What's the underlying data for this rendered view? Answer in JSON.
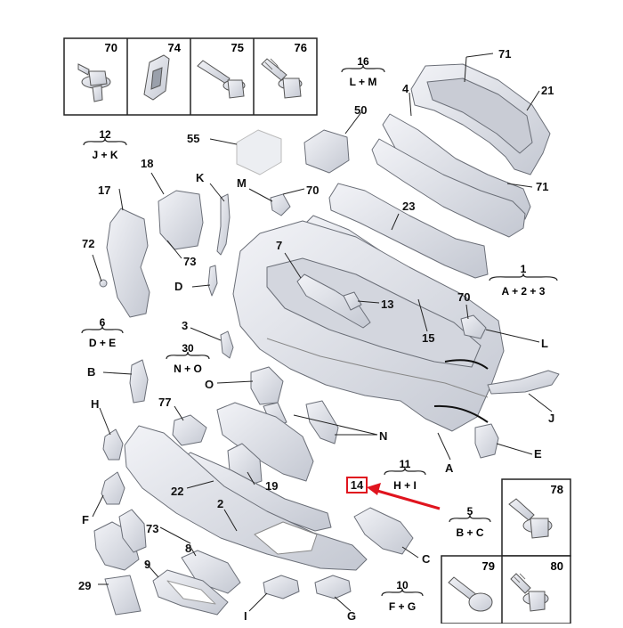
{
  "fastener_box_top": {
    "items": [
      {
        "number": "70",
        "icon": "flange-bolt-icon"
      },
      {
        "number": "74",
        "icon": "clip-bracket-icon"
      },
      {
        "number": "75",
        "icon": "long-bolt-icon"
      },
      {
        "number": "76",
        "icon": "thread-screw-icon"
      }
    ]
  },
  "fastener_box_bottom": {
    "items": [
      {
        "number": "78",
        "icon": "flange-screw-icon"
      },
      {
        "number": "79",
        "icon": "rivet-icon"
      },
      {
        "number": "80",
        "icon": "stud-screw-icon"
      }
    ]
  },
  "kit_groups": [
    {
      "number": "16",
      "letters": "L + M"
    },
    {
      "number": "12",
      "letters": "J + K"
    },
    {
      "number": "1",
      "letters": "A + 2 + 3"
    },
    {
      "number": "6",
      "letters": "D + E"
    },
    {
      "number": "30",
      "letters": "N + O"
    },
    {
      "number": "11",
      "letters": "H + I"
    },
    {
      "number": "5",
      "letters": "B + C"
    },
    {
      "number": "10",
      "letters": "F + G"
    }
  ],
  "part_labels": {
    "p71_top": "71",
    "p4": "4",
    "p21": "21",
    "p50": "50",
    "p55": "55",
    "p71_right": "71",
    "p18": "18",
    "p17": "17",
    "pK": "K",
    "pM": "M",
    "p70_mid": "70",
    "p23": "23",
    "p72": "72",
    "p73_left": "73",
    "p7": "7",
    "pD": "D",
    "p13": "13",
    "p70_right": "70",
    "p3": "3",
    "p15": "15",
    "pL": "L",
    "pB": "B",
    "pO": "O",
    "pH": "H",
    "p77": "77",
    "pN": "N",
    "pJ": "J",
    "pE": "E",
    "p19": "19",
    "p22": "22",
    "p14": "14",
    "pA": "A",
    "p2": "2",
    "pF": "F",
    "p73_bottom": "73",
    "p8": "8",
    "pC": "C",
    "p9": "9",
    "p29": "29",
    "pI": "I",
    "pG": "G"
  },
  "highlight": {
    "part": "14",
    "color": "#e0141e"
  },
  "colors": {
    "line": "#222222",
    "part_fill": "#dcdfe6",
    "part_stroke": "#6b6f78",
    "accent": "#e0141e"
  }
}
